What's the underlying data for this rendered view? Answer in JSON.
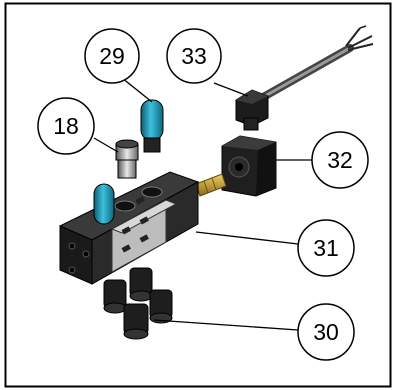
{
  "callouts": [
    {
      "id": "c29",
      "label": "29"
    },
    {
      "id": "c33",
      "label": "33"
    },
    {
      "id": "c18",
      "label": "18"
    },
    {
      "id": "c32",
      "label": "32"
    },
    {
      "id": "c31",
      "label": "31"
    },
    {
      "id": "c30",
      "label": "30"
    }
  ],
  "colors": {
    "border": "#000000",
    "body": "#2a2a2a",
    "body_highlight": "#bdbdbd",
    "cap_blue": "#2ea8c6",
    "brass": "#c8a040",
    "cable": "#666666"
  }
}
